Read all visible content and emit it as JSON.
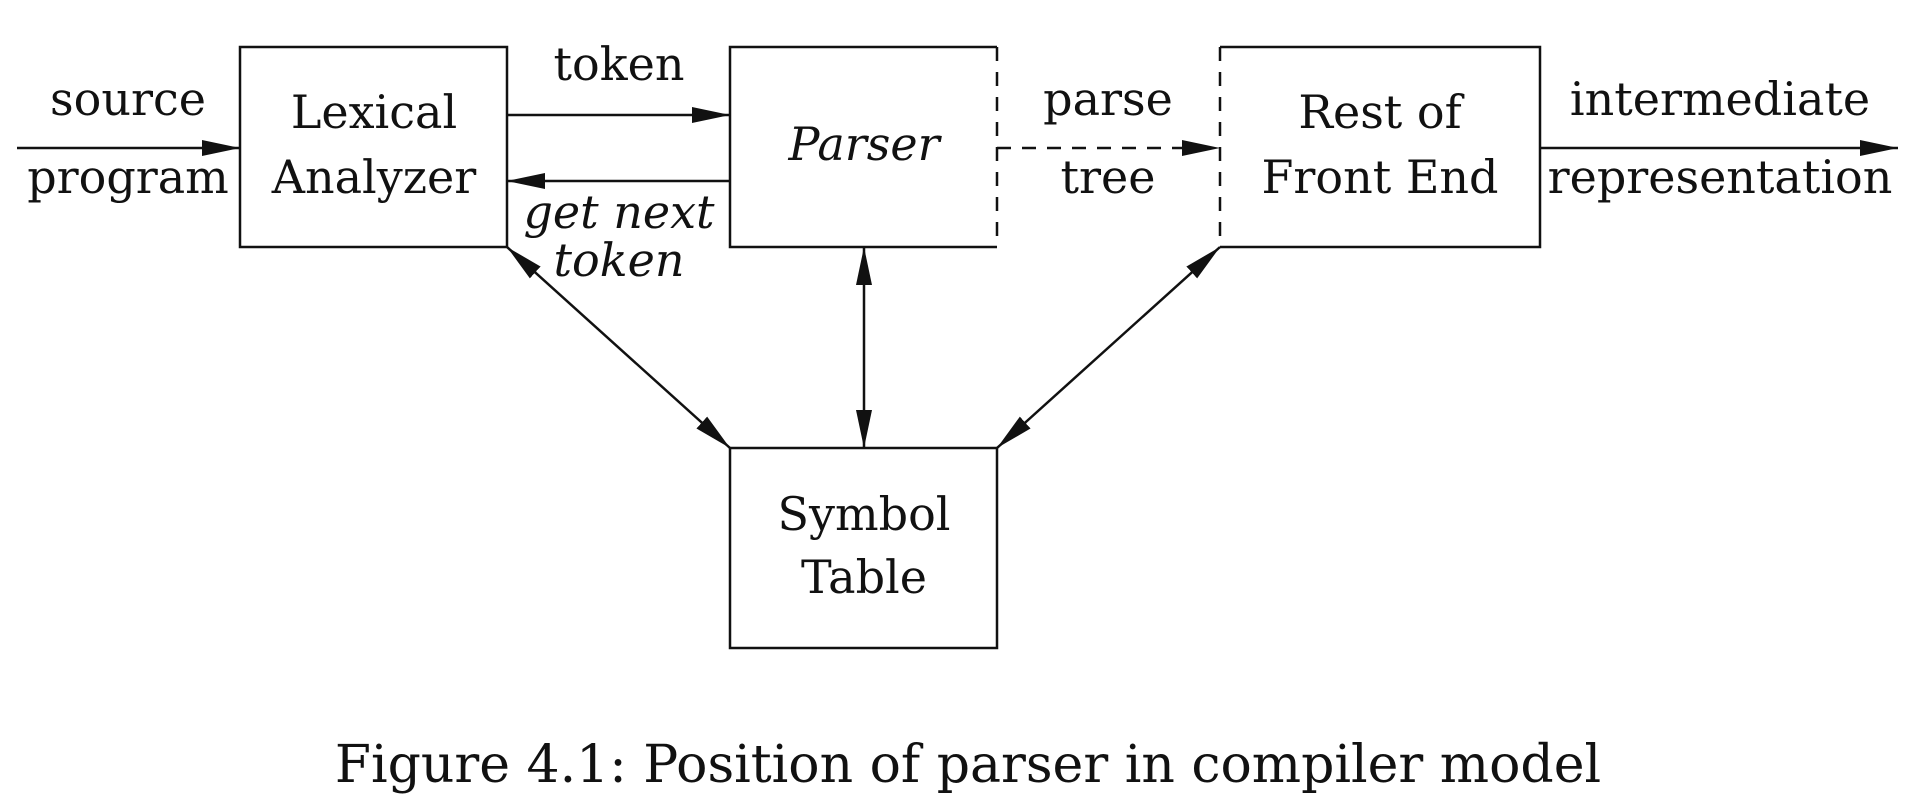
{
  "nodes": {
    "lexer": {
      "line1": "Lexical",
      "line2": "Analyzer"
    },
    "parser": {
      "label": "Parser"
    },
    "rest": {
      "line1": "Rest of",
      "line2": "Front End"
    },
    "symtab": {
      "line1": "Symbol",
      "line2": "Table"
    }
  },
  "edges": {
    "input": {
      "line1": "source",
      "line2": "program"
    },
    "token": {
      "label": "token"
    },
    "get_next": {
      "line1": "get next",
      "line2": "token"
    },
    "parse_tree": {
      "line1": "parse",
      "line2": "tree"
    },
    "output": {
      "line1": "intermediate",
      "line2": "representation"
    }
  },
  "caption": "Figure 4.1: Position of parser in compiler model"
}
